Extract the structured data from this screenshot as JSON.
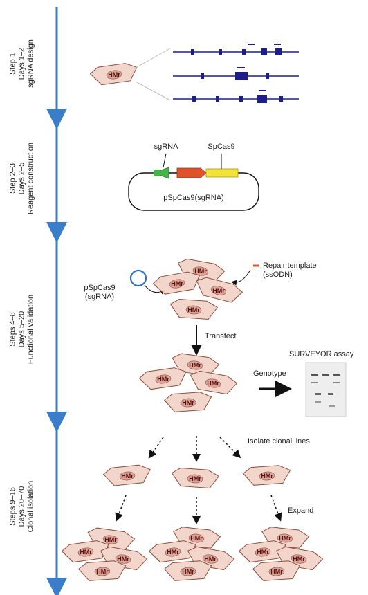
{
  "stages": [
    {
      "label": "Step 1\nDays 1–2\nsgRNA design"
    },
    {
      "label": "Step 2–3\nDays 2–5\nReagent construction"
    },
    {
      "label": "Steps 4–8\nDays 5–20\nFunctional validation"
    },
    {
      "label": "Steps 9–16\nDays 20–70\nClonal isolation"
    }
  ],
  "cell_label": "HMr",
  "plasmid": {
    "sgrna_label": "sgRNA",
    "cas9_label": "SpCas9",
    "name": "pSpCas9(sgRNA)"
  },
  "transfection": {
    "plasmid_label": "pSpCas9\n(sgRNA)",
    "template_label": "Repair template\n(ssODN)"
  },
  "transfect_label": "Transfect",
  "genotype_label": "Genotype",
  "assay_label": "SURVEYOR assay",
  "isolate_label": "Isolate clonal lines",
  "expand_label": "Expand",
  "colors": {
    "arrow_blue": "#3a7dc9",
    "cell_fill": "#f3d6cb",
    "cell_stroke": "#8a4e3e",
    "nucleus": "#d9a79a",
    "sgrna_green": "#43b34a",
    "promoter_red": "#e0522a",
    "cas9_yellow": "#f2e23a",
    "gene_blue": "#1c1f8a"
  }
}
